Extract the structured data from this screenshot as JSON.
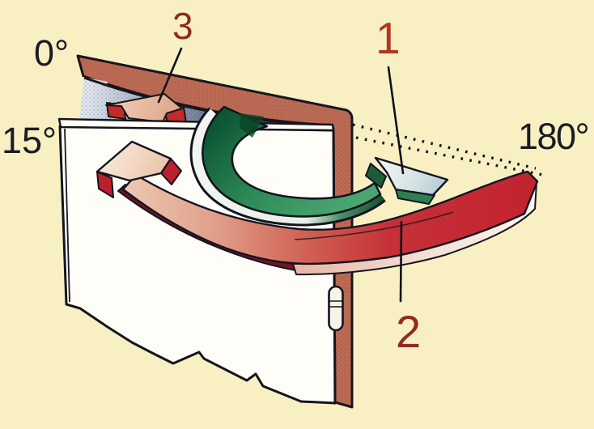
{
  "diagram": {
    "angle_labels": {
      "closed": "0°",
      "nearly_closed": "15°",
      "fully_open": "180°"
    },
    "markers": {
      "arrow_1": "1",
      "arrow_2": "2",
      "arrow_3": "3"
    },
    "colors": {
      "background": "#f8f0c3",
      "door_frame": "#bd6b55",
      "door": "#fffdf7",
      "opening_gap": "#55617c",
      "arrow_1_green": "#2e8b57",
      "arrow_2_red": "#c2232f",
      "arrow_3_pink": "#e8b28f",
      "marker_1_color": "#b23620",
      "marker_2_3_color": "#8e2b23",
      "label_color": "#1b1b22"
    }
  }
}
